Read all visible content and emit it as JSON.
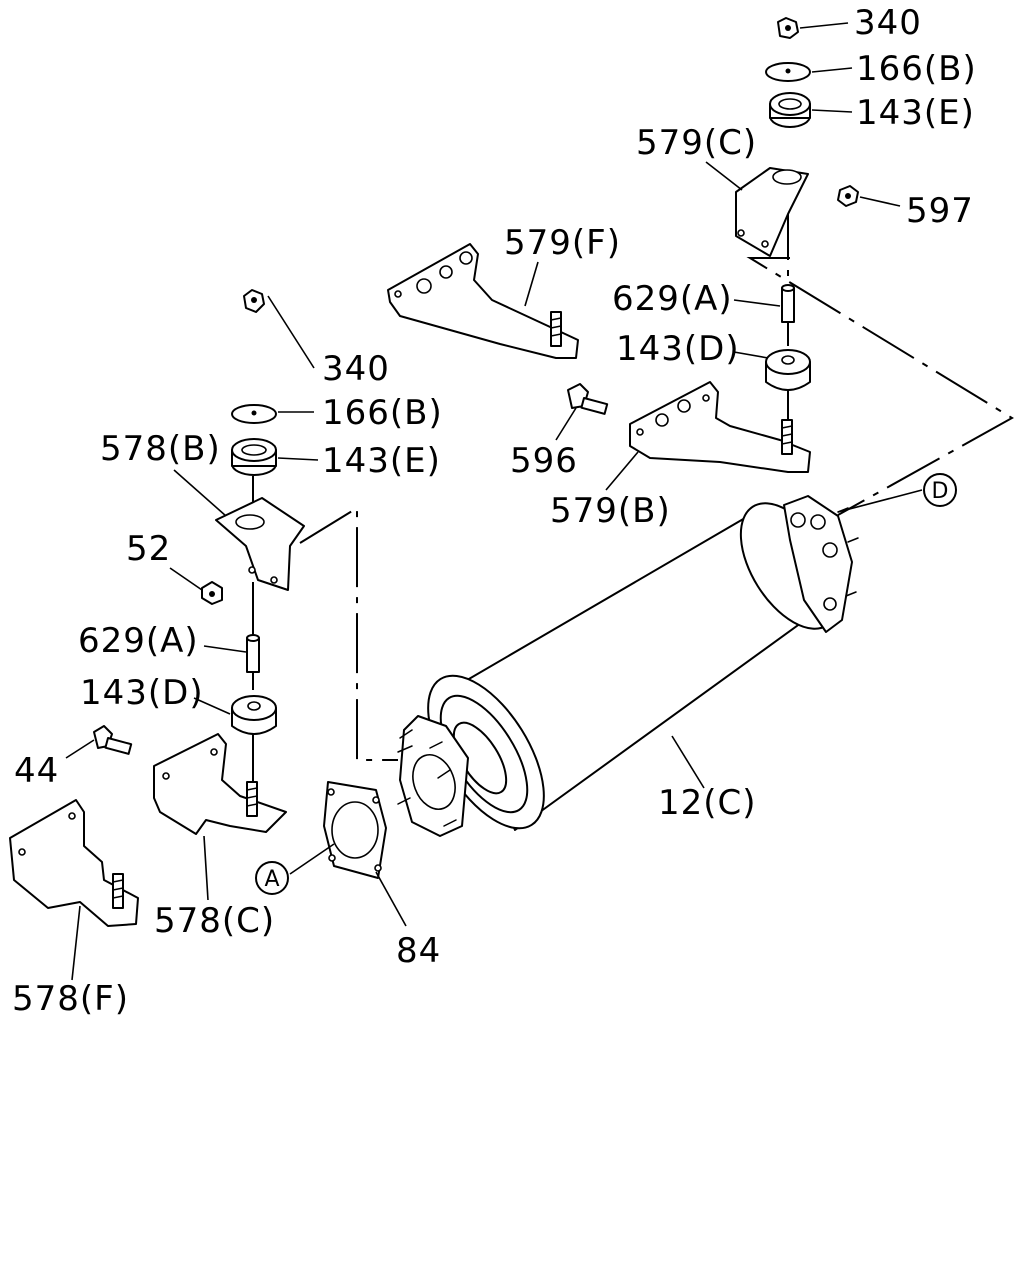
{
  "diagram": {
    "labels": {
      "l340_top": "340",
      "l166b_top": "166(B)",
      "l143e_top": "143(E)",
      "l579c": "579(C)",
      "l597": "597",
      "l579f": "579(F)",
      "l629a_right": "629(A)",
      "l143d_right": "143(D)",
      "l596": "596",
      "l579b": "579(B)",
      "l340_left": "340",
      "l166b_left": "166(B)",
      "l143e_left": "143(E)",
      "l578b": "578(B)",
      "l52": "52",
      "l629a_left": "629(A)",
      "l143d_left": "143(D)",
      "l44": "44",
      "l578c": "578(C)",
      "l578f": "578(F)",
      "l84": "84",
      "l12c": "12(C)"
    },
    "callouts": {
      "a": "A",
      "d": "D"
    }
  }
}
